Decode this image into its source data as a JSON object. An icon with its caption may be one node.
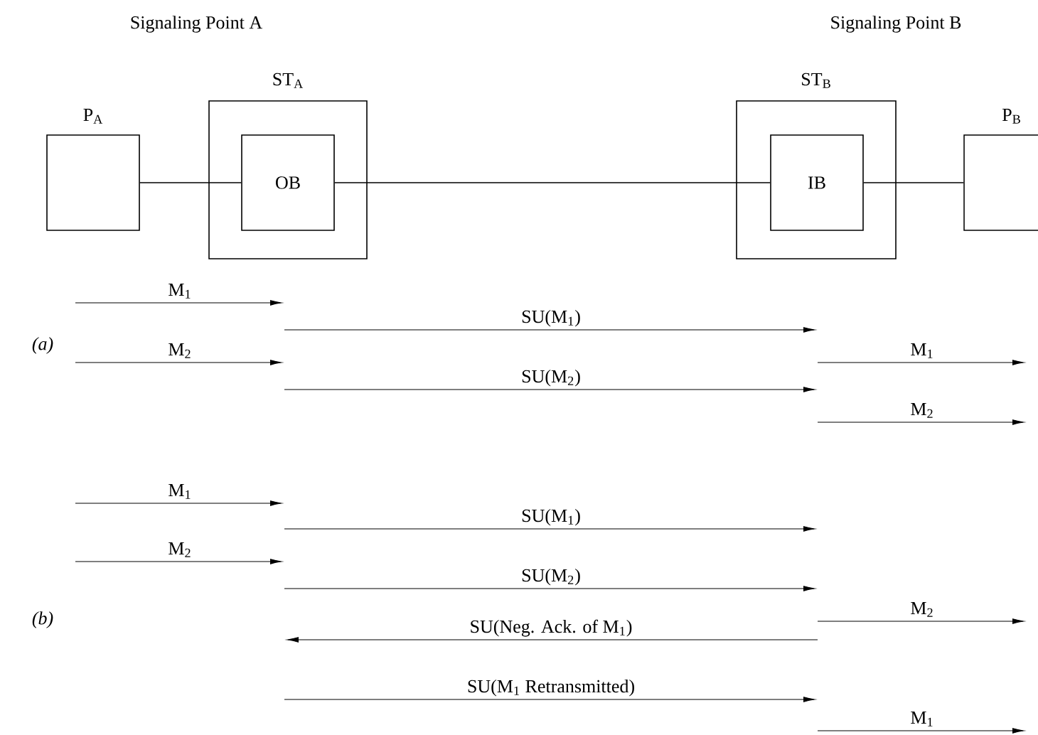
{
  "diagram": {
    "nodes": [
      {
        "text": [
          "P$_{A}$"
        ]
      },
      {
        "text": [
          "ST$_{A}$"
        ]
      },
      {
        "text": [
          "OB"
        ],
        "in": 1
      },
      {
        "text": [
          "ST$_{B}$"
        ]
      },
      {
        "text": [
          "IB"
        ],
        "in": 3
      },
      {
        "text": [
          "P$_{B}$"
        ]
      }
    ],
    "edges": [
      {
        "from": 0,
        "to": 2,
        "arrow": "none"
      },
      {
        "from": 2,
        "to": 4,
        "arrow": "none"
      },
      {
        "from": 4,
        "to": 5,
        "arrow": "none"
      }
    ],
    "labels": [
      "Signaling Point A",
      "Signaling Point B",
      "M$_{1}$",
      "SU(M$_{1}$)",
      "M$_{2}$",
      "M$_{1}$",
      "(a)",
      "SU(M$_{2}$)",
      "M$_{2}$",
      "M$_{1}$",
      "SU(M$_{1}$)",
      "M$_{2}$",
      "SU(M$_{2}$)",
      "M$_{2}$",
      "SU(Neg. Ack. of M$_{1}$)",
      "(b)",
      "SU(M$_{1}$ Retransmitted)",
      "M$_{1}$"
    ]
  }
}
